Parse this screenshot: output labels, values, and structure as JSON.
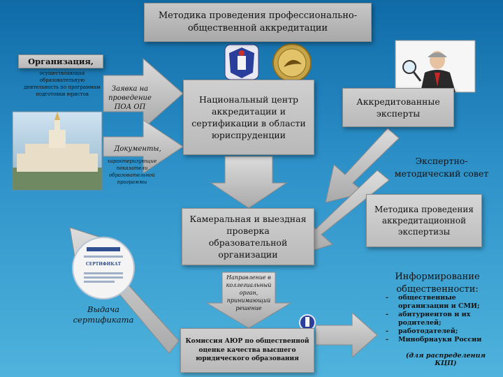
{
  "title": {
    "line1": "Методика проведения профессионально-",
    "line2": "общественной аккредитации"
  },
  "organization": {
    "heading": "Организация,",
    "description": "осуществляющая образовательную деятельность по программам подготовки юристов"
  },
  "application": {
    "text": "Заявка на проведение ПОА ОП"
  },
  "documents": {
    "heading": "Документы,",
    "description": "характеризующие показатели образовательной программы"
  },
  "national_center": {
    "text": "Национальный центр аккредитации и сертификации в области юриспруденции"
  },
  "experts": {
    "text": "Аккредитованные эксперты"
  },
  "expert_council": {
    "text": "Экспертно-методический совет"
  },
  "methodology": {
    "text": "Методика проведения аккредитационной экспертизы"
  },
  "inspection": {
    "text": "Камеральная и выездная проверка образовательной организации"
  },
  "direction": {
    "text": "Направление в коллегиальный орган, принимающий решение"
  },
  "commission": {
    "text": "Комиссия АЮР по общественной оценке качества высшего юридического образования"
  },
  "certificate": {
    "text": "Выдача сертификата",
    "badge": "СЕРТИФИКАТ"
  },
  "public_info": {
    "heading": "Информирование общественности:",
    "items": [
      "общественные организации и СМИ;",
      "абитуриентов и их родителей;",
      "работодателей;",
      "Минобрнауки России"
    ],
    "note": "(для распределения КЦП)"
  },
  "colors": {
    "background_top": "#0f6aa6",
    "background_bottom": "#4fb3dd",
    "box": "#c4c4c4",
    "arrow": "#b9b9b9"
  },
  "icons": [
    "university-building-photo",
    "emblem-logo",
    "gold-seal-logo",
    "expert-magnifier-photo",
    "certificate-image",
    "small-emblem-icon"
  ]
}
